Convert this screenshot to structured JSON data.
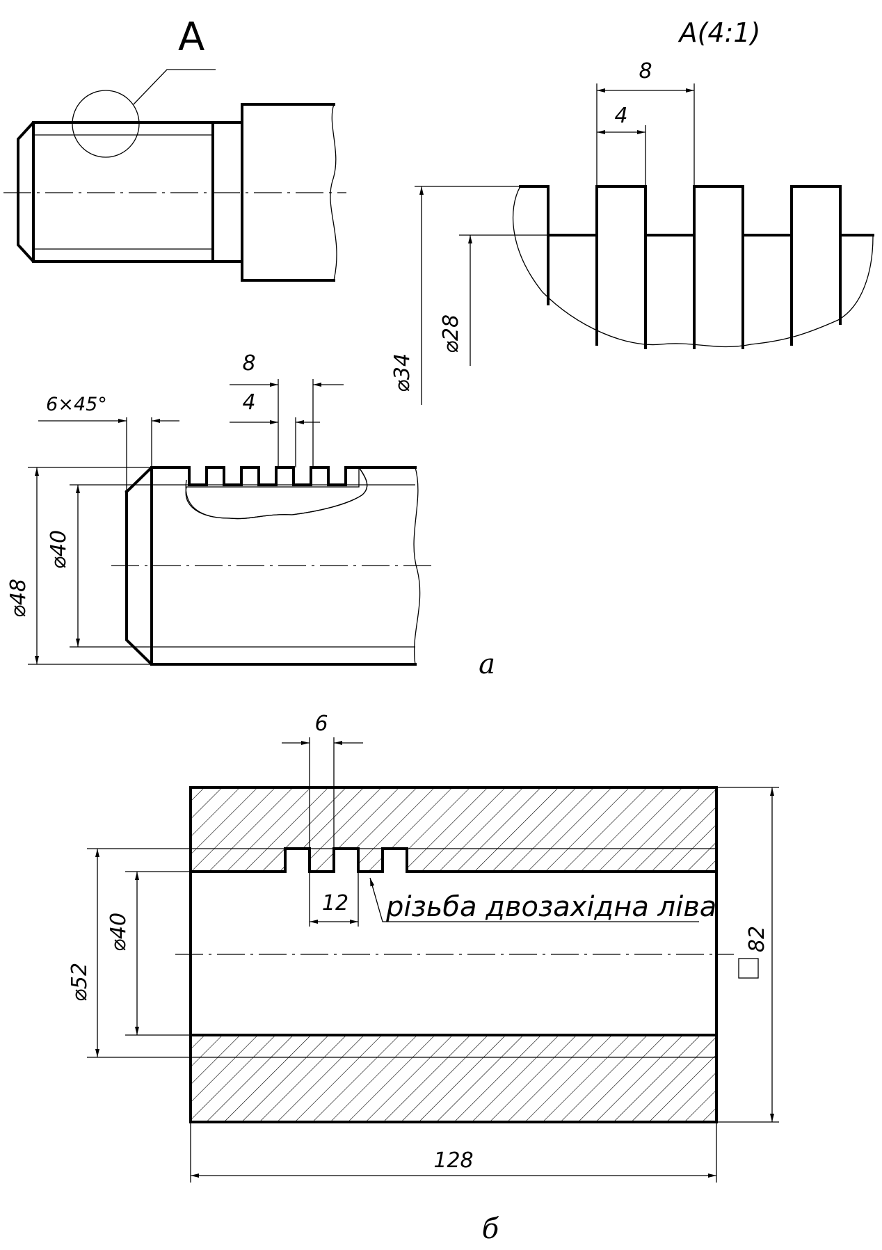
{
  "labels": {
    "detail_marker": "A",
    "detail_view_title": "A(4:1)",
    "caption_a": "а",
    "caption_b": "б",
    "thread_note": "різьба двозахідна ліва"
  },
  "dimensions": {
    "detail_pitch": "8",
    "detail_tooth": "4",
    "detail_outer_dia": "⌀34",
    "detail_inner_dia": "⌀28",
    "screw_pitch": "8",
    "screw_tooth": "4",
    "screw_chamfer": "6×45°",
    "screw_inner_dia": "⌀40",
    "screw_outer_dia": "⌀48",
    "nut_tooth": "6",
    "nut_lead": "12",
    "nut_outer_thread_dia": "⌀52",
    "nut_inner_dia": "⌀40",
    "nut_square": "82",
    "nut_length": "128"
  }
}
